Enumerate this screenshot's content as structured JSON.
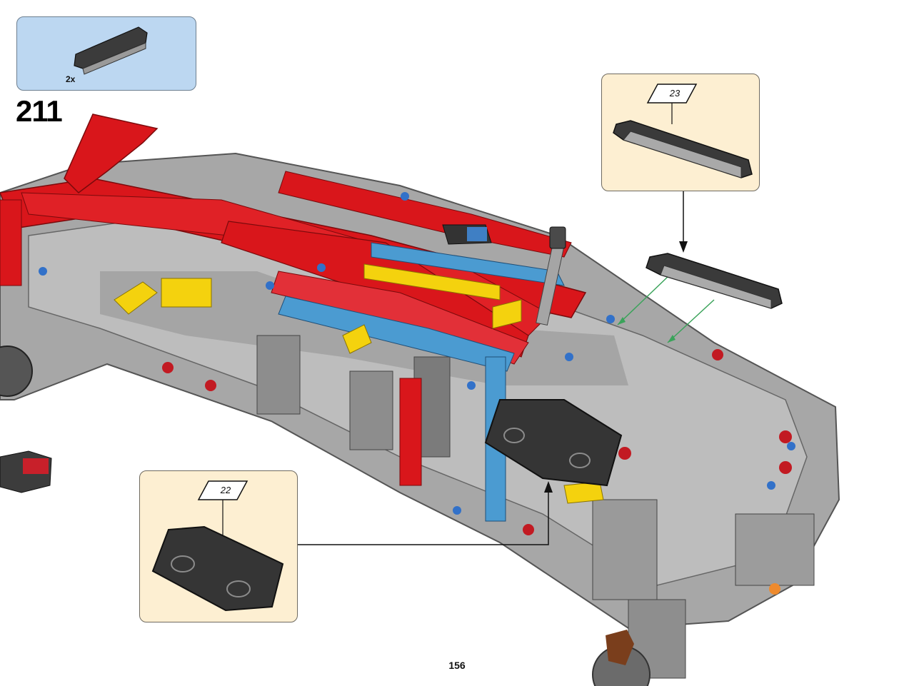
{
  "parts_list": {
    "quantity": "2x"
  },
  "step": {
    "number": "211"
  },
  "callouts": [
    {
      "sub_step": "23"
    },
    {
      "sub_step": "22"
    }
  ],
  "page": {
    "number": "156"
  },
  "colors": {
    "parts_box": "#bcd7f1",
    "callout": "#fdefd2",
    "red": "#d9161b",
    "gray": "#a3a3a3",
    "dark": "#3a3a3a",
    "blue": "#4b9bd1",
    "yellow": "#f4d20e",
    "guide_line": "#3aa35a"
  }
}
